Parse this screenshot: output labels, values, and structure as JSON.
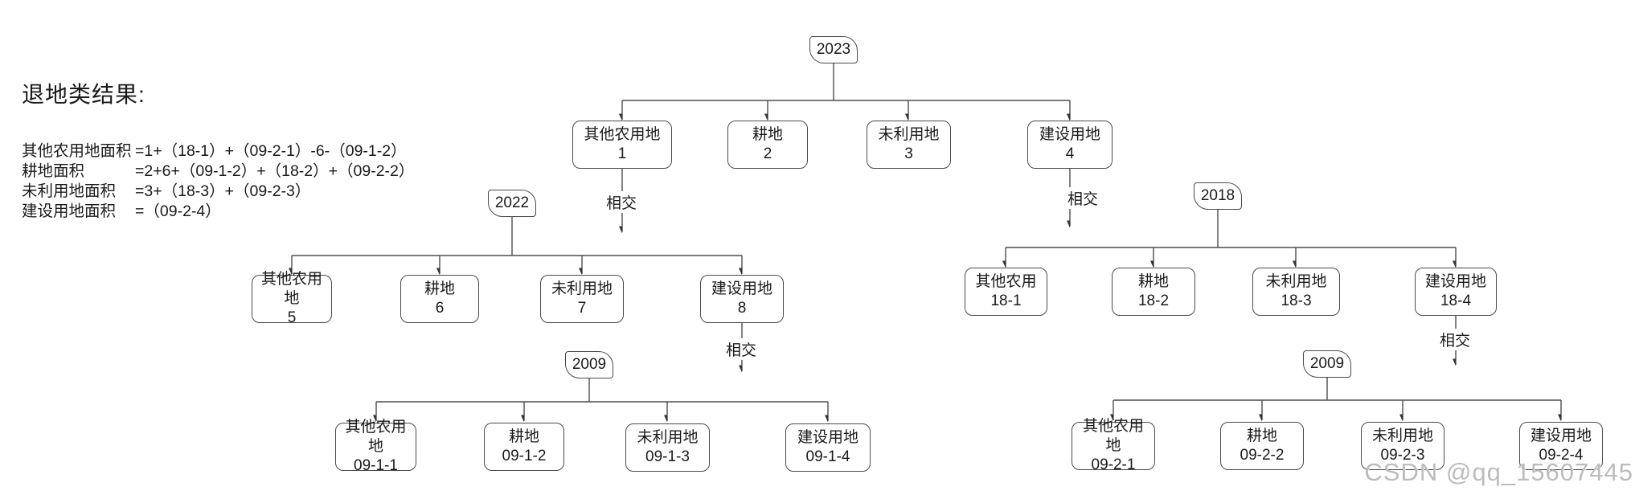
{
  "heading": {
    "title": "退地类结果:"
  },
  "formulas": [
    {
      "label": "其他农用地面积",
      "expression": "=1+（18-1）+（09-2-1）-6-（09-1-2）"
    },
    {
      "label": "耕地面积",
      "expression": "=2+6+（09-1-2）+（18-2）+（09-2-2）"
    },
    {
      "label": "未利用地面积",
      "expression": "=3+（18-3）+（09-2-3）"
    },
    {
      "label": "建设用地面积",
      "expression": "=（09-2-4）"
    }
  ],
  "diagram": {
    "year_nodes": [
      {
        "label": "2023"
      },
      {
        "label": "2022"
      },
      {
        "label": "2018"
      },
      {
        "label": "2009"
      },
      {
        "label": "2009"
      }
    ],
    "land_nodes": [
      {
        "label": "其他农用地",
        "code": "1"
      },
      {
        "label": "耕地",
        "code": "2"
      },
      {
        "label": "未利用地",
        "code": "3"
      },
      {
        "label": "建设用地",
        "code": "4"
      },
      {
        "label": "其他农用\n地",
        "code": "5"
      },
      {
        "label": "耕地",
        "code": "6"
      },
      {
        "label": "未利用地",
        "code": "7"
      },
      {
        "label": "建设用地",
        "code": "8"
      },
      {
        "label": "其他农用",
        "code": "18-1"
      },
      {
        "label": "耕地",
        "code": "18-2"
      },
      {
        "label": "未利用地",
        "code": "18-3"
      },
      {
        "label": "建设用地",
        "code": "18-4"
      },
      {
        "label": "其他农用\n地",
        "code": "09-1-1"
      },
      {
        "label": "耕地",
        "code": "09-1-2"
      },
      {
        "label": "未利用地",
        "code": "09-1-3"
      },
      {
        "label": "建设用地",
        "code": "09-1-4"
      },
      {
        "label": "其他农用\n地",
        "code": "09-2-1"
      },
      {
        "label": "耕地",
        "code": "09-2-2"
      },
      {
        "label": "未利用地",
        "code": "09-2-3"
      },
      {
        "label": "建设用地",
        "code": "09-2-4"
      }
    ],
    "edge_labels": [
      {
        "text": "相交"
      },
      {
        "text": "相交"
      },
      {
        "text": "相交"
      },
      {
        "text": "相交"
      }
    ],
    "colors": {
      "node_border": "#4a4a4a",
      "node_fill": "#ffffff",
      "connector": "#4d4d4d",
      "text": "#1a1a1a"
    }
  },
  "watermark": {
    "text": "CSDN @qq_15607445",
    "color": "#bcbcbc"
  }
}
